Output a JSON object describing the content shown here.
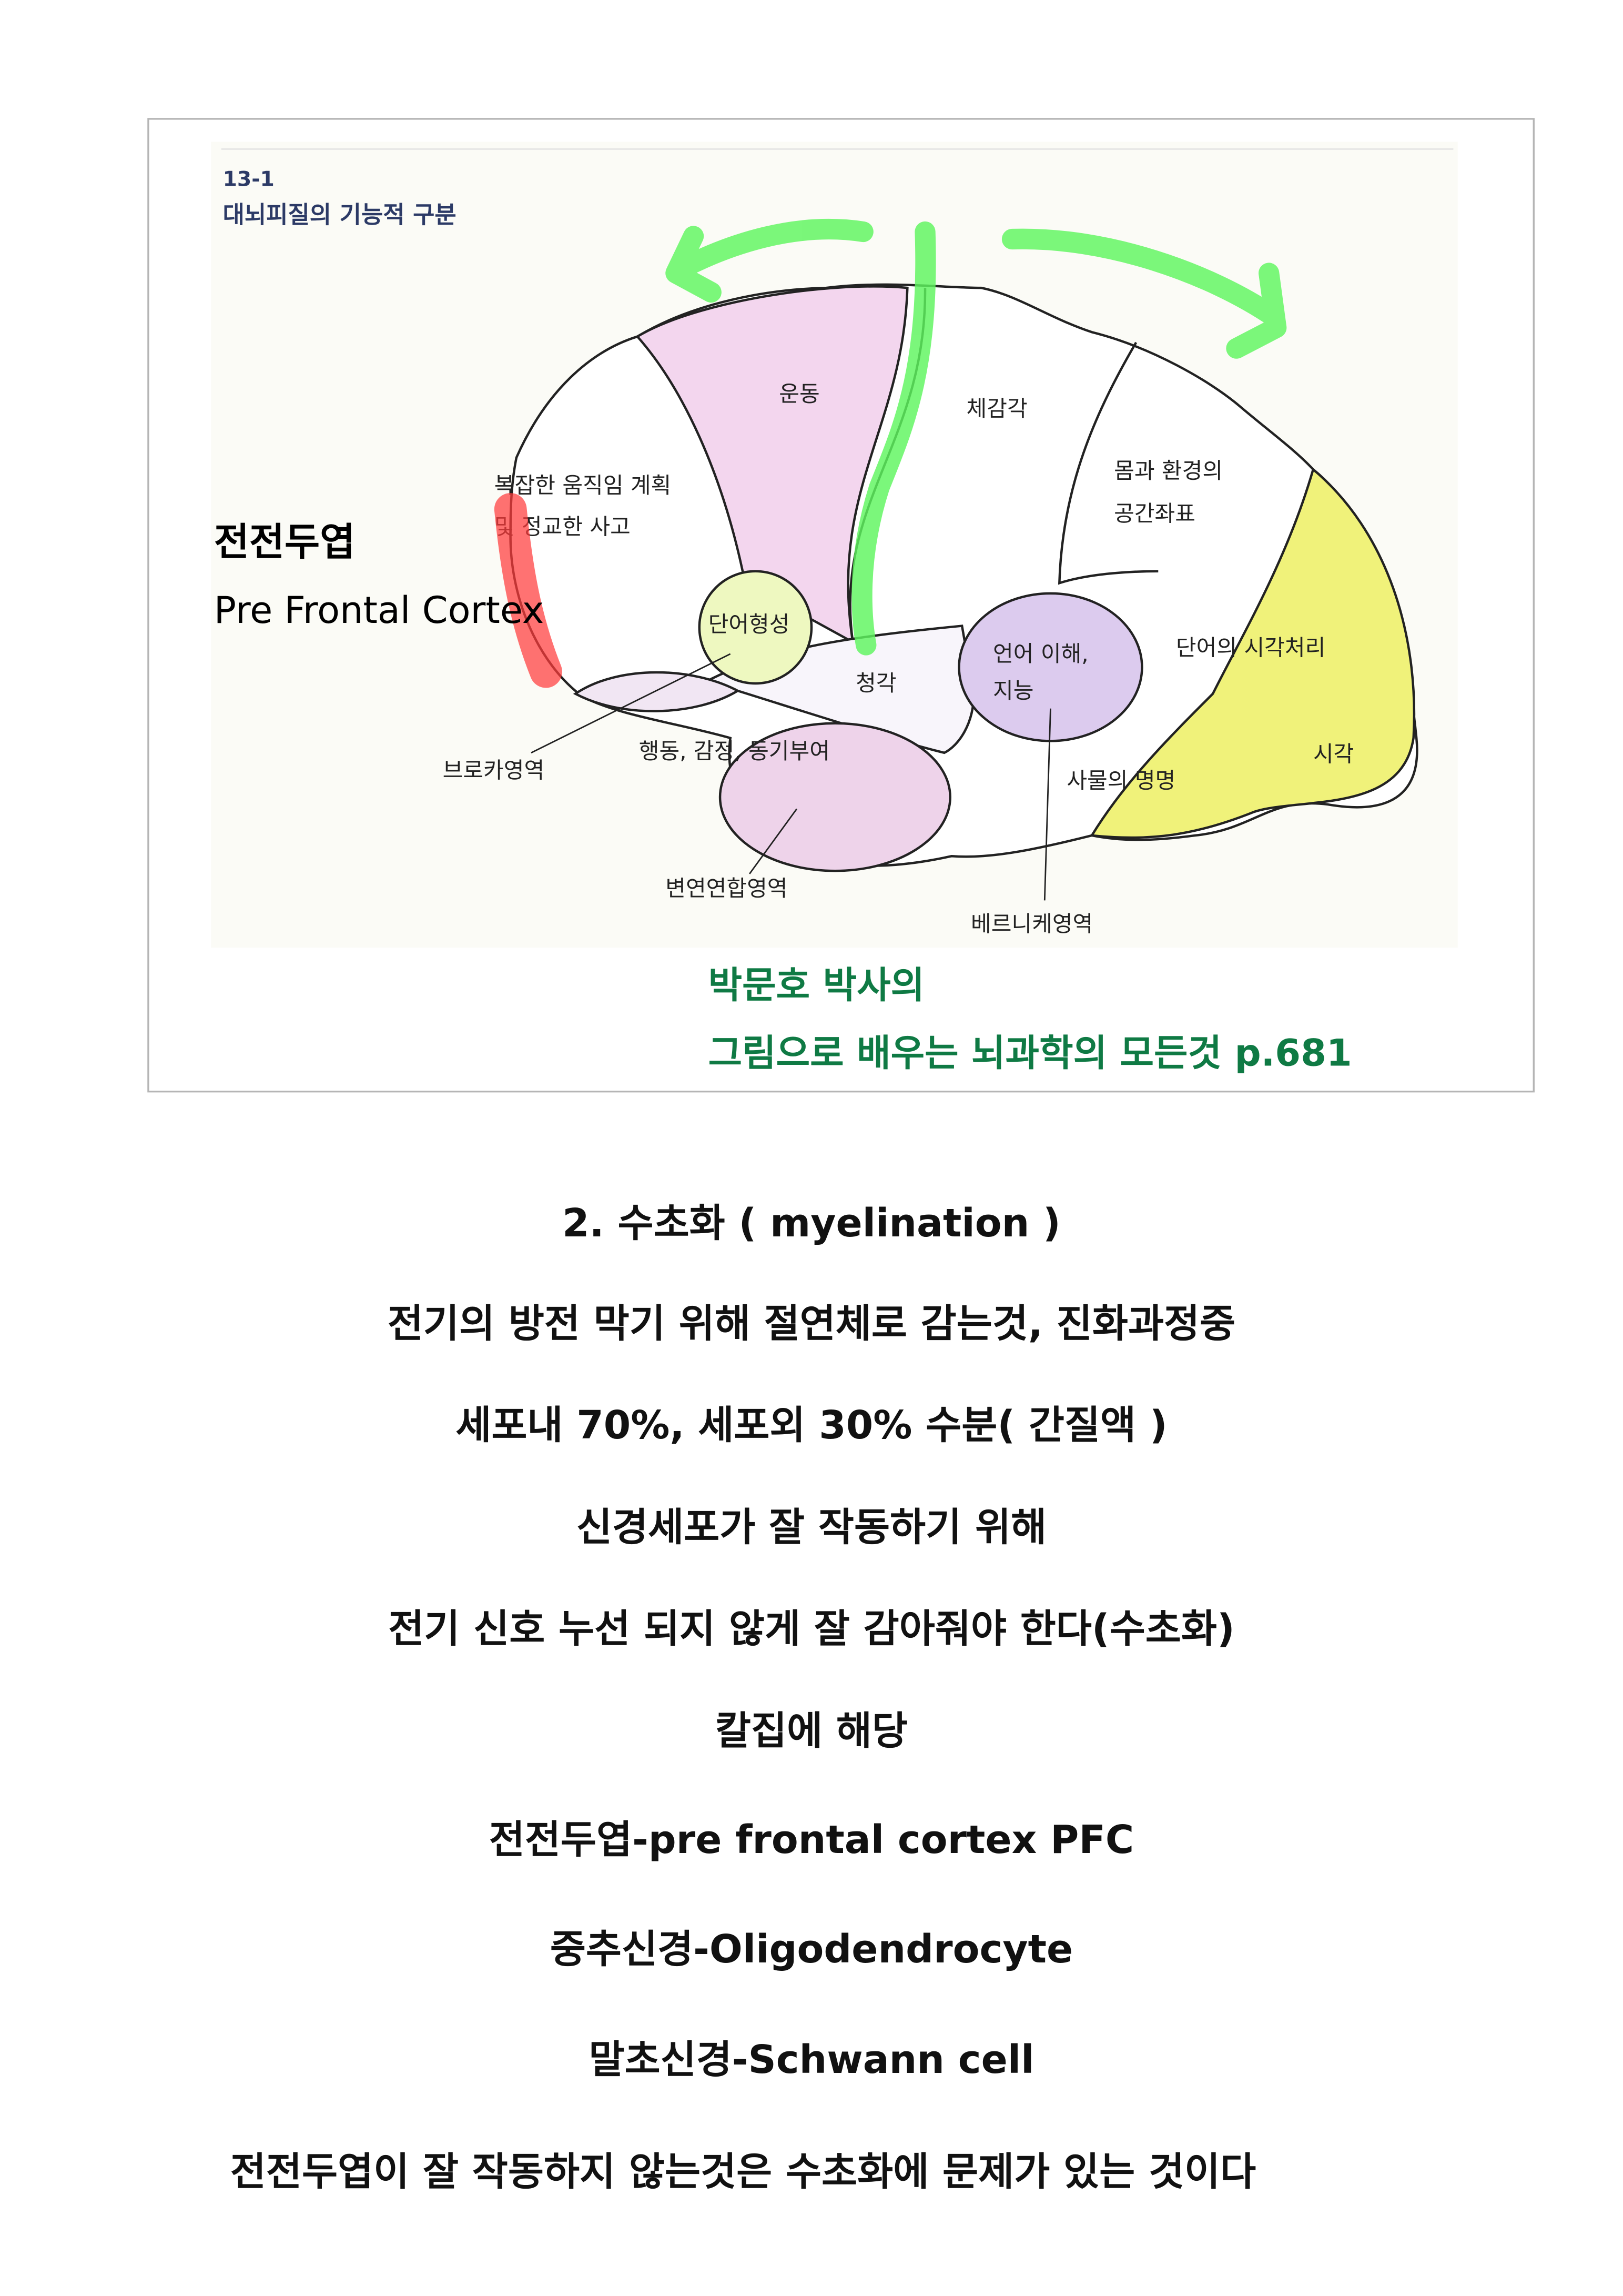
{
  "figure": {
    "number": "13-1",
    "title": "대뇌피질의 기능적 구분",
    "regions": {
      "motor": "운동",
      "somatosensory": "체감각",
      "spatial_1": "몸과 환경의",
      "spatial_2": "공간좌표",
      "planning_1": "복잡한 움직임 계획",
      "planning_2": "및 정교한 사고",
      "word_formation": "단어형성",
      "hearing": "청각",
      "language_1": "언어 이해,",
      "language_2": "지능",
      "word_visual": "단어의 시각처리",
      "vision": "시각",
      "naming": "사물의 명명",
      "behavior": "행동, 감정, 동기부여",
      "broca": "브로카영역",
      "limbic": "변연연합영역",
      "wernicke": "베르니케영역"
    },
    "annotation_ko": "전전두엽",
    "annotation_en": "Pre Frontal Cortex",
    "credit_1": "박문호 박사의",
    "credit_2": "그림으로 배우는 뇌과학의 모든것 p.681",
    "colors": {
      "highlight_green": "#5ef55e",
      "highlight_red": "#ff3b3b",
      "credit": "#0f7a44",
      "motor": "#f3d6ee",
      "vision": "#f0f27a",
      "language": "#dccbee"
    }
  },
  "notes": [
    "2.  수초화 ( myelination )",
    "전기의 방전 막기 위해 절연체로 감는것, 진화과정중",
    "세포내 70%, 세포외 30% 수분( 간질액 )",
    "신경세포가 잘 작동하기 위해",
    "전기 신호 누선 되지 않게 잘 감아줘야 한다(수초화)",
    "칼집에 해당",
    "전전두엽-pre frontal cortex PFC",
    "중추신경-Oligodendrocyte",
    "말초신경-Schwann cell",
    "전전두엽이 잘 작동하지 않는것은 수초화에 문제가 있는 것이다"
  ]
}
